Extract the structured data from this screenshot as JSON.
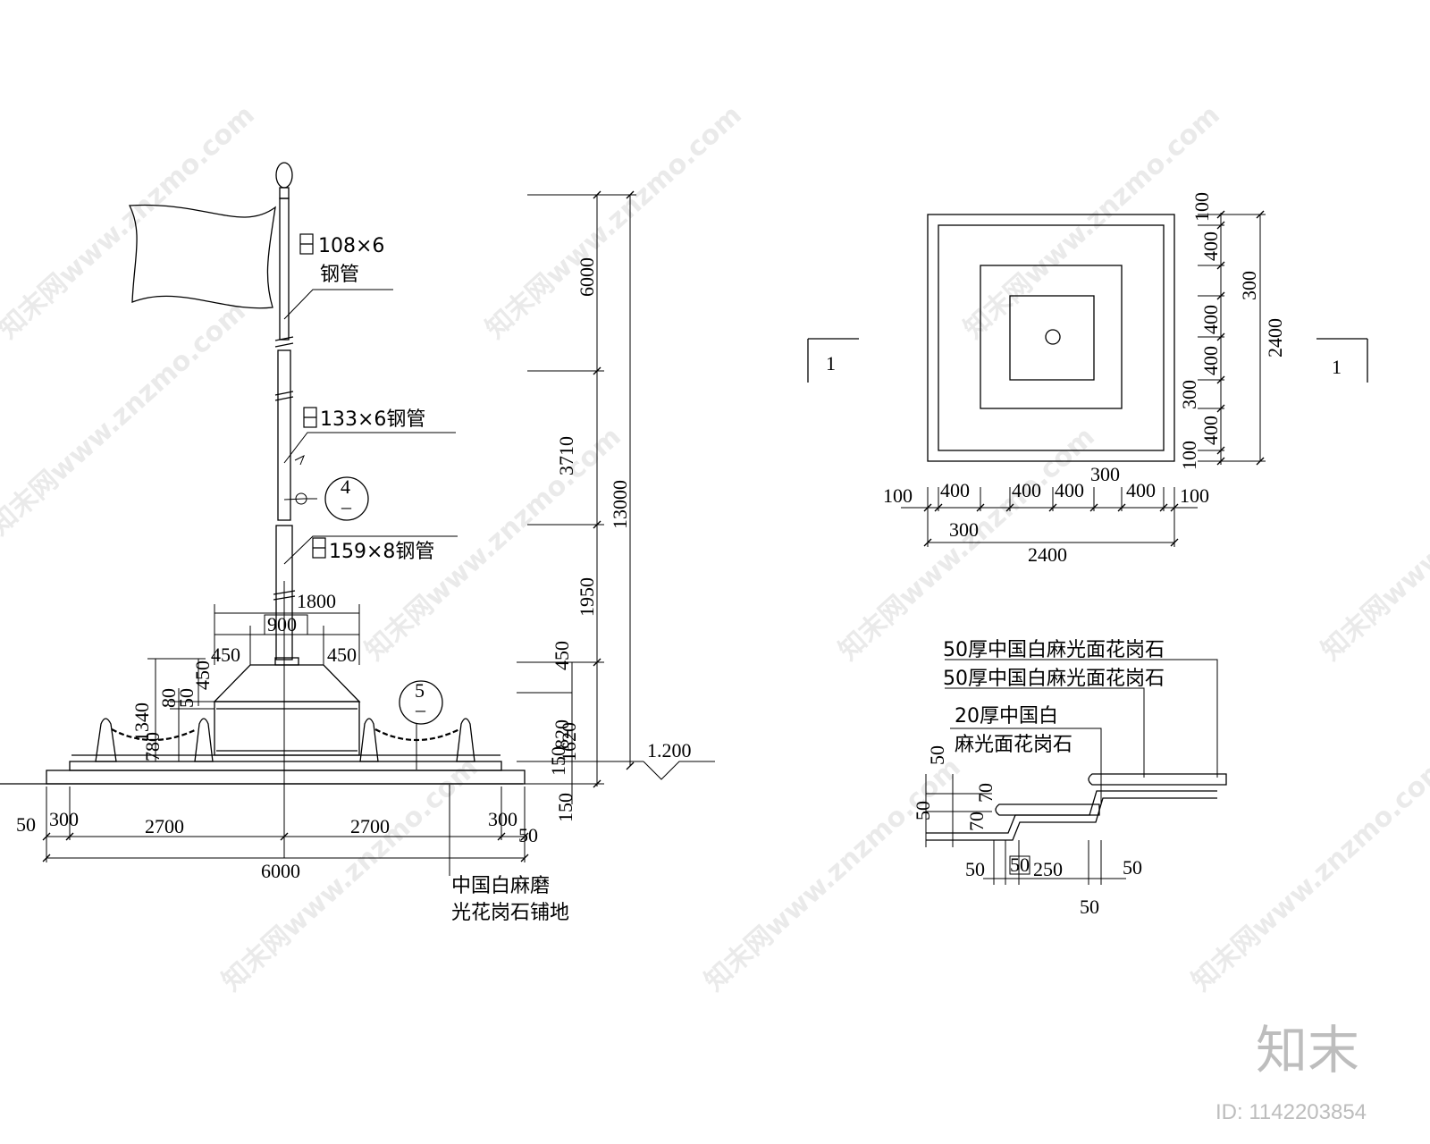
{
  "watermark": {
    "text": "知末网www.znzmo.com",
    "logo": "知末",
    "id_label": "ID: 1142203854"
  },
  "elevation": {
    "pipe_labels": [
      "108×6",
      "钢管",
      "133×6钢管",
      "159×8钢管"
    ],
    "detail_marks": [
      {
        "num": "4",
        "sub": "–"
      },
      {
        "num": "5",
        "sub": "–"
      }
    ],
    "vertical_dims": [
      "6000",
      "3710",
      "1950",
      "450",
      "820",
      "150",
      "150",
      "13000"
    ],
    "level_mark": "1.200",
    "top_dims": [
      "1800",
      "900",
      "450",
      "450"
    ],
    "left_dims": [
      "1340",
      "780",
      "80",
      "50",
      "450",
      "1620"
    ],
    "bottom_dims": [
      "50",
      "300",
      "2700",
      "2700",
      "300",
      "50",
      "6000"
    ],
    "material_note": [
      "中国白麻磨",
      "光花岗石铺地"
    ]
  },
  "plan": {
    "section_mark": "1",
    "bottom_dims": [
      "100",
      "400",
      "400",
      "400",
      "400",
      "100",
      "300",
      "300",
      "2400"
    ],
    "right_dims": [
      "100",
      "400",
      "300",
      "400",
      "400",
      "300",
      "400",
      "100",
      "2400"
    ]
  },
  "section": {
    "notes": [
      "50厚中国白麻光面花岗石",
      "50厚中国白麻光面花岗石",
      "20厚中国白",
      "麻光面花岗石"
    ],
    "left_dims": [
      "50",
      "70",
      "50",
      "70"
    ],
    "bottom_dims": [
      "50",
      "50",
      "250",
      "50",
      "50"
    ]
  }
}
